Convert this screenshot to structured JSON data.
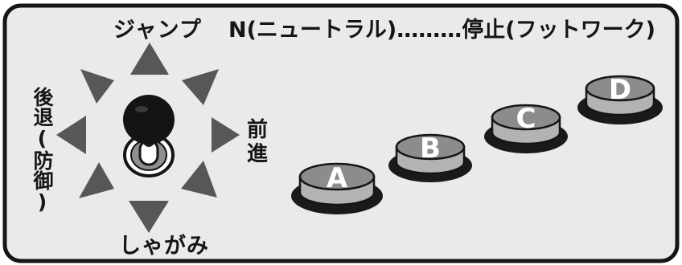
{
  "joystick": {
    "up_label": "ジャンプ",
    "neutral_label": "N(ニュートラル)………停止(フットワーク)",
    "forward_label": "前進",
    "back_label": "後退(防御)",
    "down_label": "しゃがみ"
  },
  "buttons": [
    {
      "label": "A"
    },
    {
      "label": "B"
    },
    {
      "label": "C"
    },
    {
      "label": "D"
    }
  ],
  "colors": {
    "panel_fill": "#eaeaea",
    "panel_border": "#151515",
    "arrow": "#575757",
    "button_top": "#8c8c8c",
    "button_side": "#b3b3b3",
    "button_base": "#1a1a1a",
    "stick_ball": "#141414"
  }
}
